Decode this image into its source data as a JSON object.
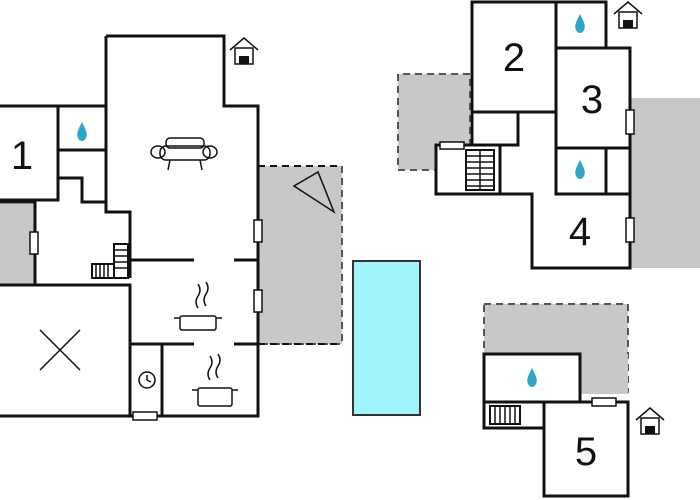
{
  "rooms": [
    {
      "id": "room-1",
      "label": "1"
    },
    {
      "id": "room-2",
      "label": "2"
    },
    {
      "id": "room-3",
      "label": "3"
    },
    {
      "id": "room-4",
      "label": "4"
    },
    {
      "id": "room-5",
      "label": "5"
    }
  ],
  "icons": [
    "bathroom-drop-icon",
    "sofa-icon",
    "cooking-pot-icon",
    "clock-icon",
    "entrance-house-icon",
    "stairs-icon",
    "void-cross-icon",
    "parasol-icon"
  ],
  "colors": {
    "pool": "#9ff5fb",
    "terrace": "#c8c8c8",
    "water_drop": "#2aa6c7",
    "walls": "#111111"
  }
}
